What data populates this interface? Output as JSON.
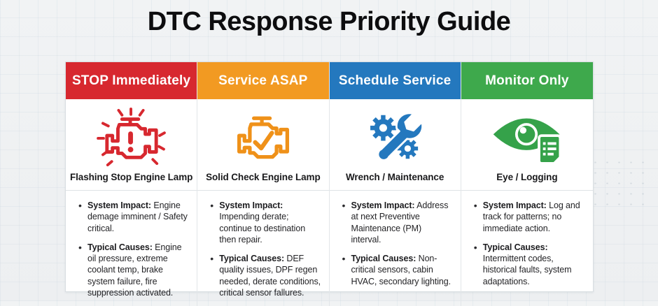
{
  "title": "DTC Response Priority Guide",
  "colors": {
    "stop_red": "#d7282f",
    "service_orange": "#f29a22",
    "schedule_blue": "#2478be",
    "monitor_green": "#3ea94c",
    "card_background": "#ffffff",
    "page_background": "#f1f3f4",
    "title_text": "#0d0d0f",
    "body_text": "#242427"
  },
  "columns": [
    {
      "header": "STOP Immediately",
      "header_color": "#d7282f",
      "icon": "flashing-stop-engine-lamp-icon",
      "icon_label": "Flashing Stop Engine Lamp",
      "bullets": [
        {
          "lead": "System Impact:",
          "text": " Engine demage imminent / Safety critical."
        },
        {
          "lead": "Typical Causes:",
          "text": " Engine oil pressure, extreme coolant temp, brake system failure, fire suppression activated."
        }
      ]
    },
    {
      "header": "Service ASAP",
      "header_color": "#f29a22",
      "icon": "solid-check-engine-lamp-icon",
      "icon_label": "Solid Check Engine Lamp",
      "bullets": [
        {
          "lead": "System Impact:",
          "text": " Impending derate; continue to destination then repair."
        },
        {
          "lead": "Typical Causes:",
          "text": " DEF quality issues, DPF regen needed, derate conditions, critical sensor fallures."
        }
      ]
    },
    {
      "header": "Schedule Service",
      "header_color": "#2478be",
      "icon": "wrench-maintenance-icon",
      "icon_label": "Wrench / Maintenance",
      "bullets": [
        {
          "lead": "System Impact:",
          "text": " Address at next Preventive Maintenance (PM) interval."
        },
        {
          "lead": "Typical Causes:",
          "text": " Non-critical sensors, cabin HVAC, secondary lighting."
        }
      ]
    },
    {
      "header": "Monitor Only",
      "header_color": "#3ea94c",
      "icon": "eye-logging-icon",
      "icon_label": "Eye / Logging",
      "bullets": [
        {
          "lead": "System Impact:",
          "text": " Log and track for patterns; no immediate action."
        },
        {
          "lead": "Typical Causes:",
          "text": " Intermittent codes, historical faults, system adaptations."
        }
      ]
    }
  ]
}
